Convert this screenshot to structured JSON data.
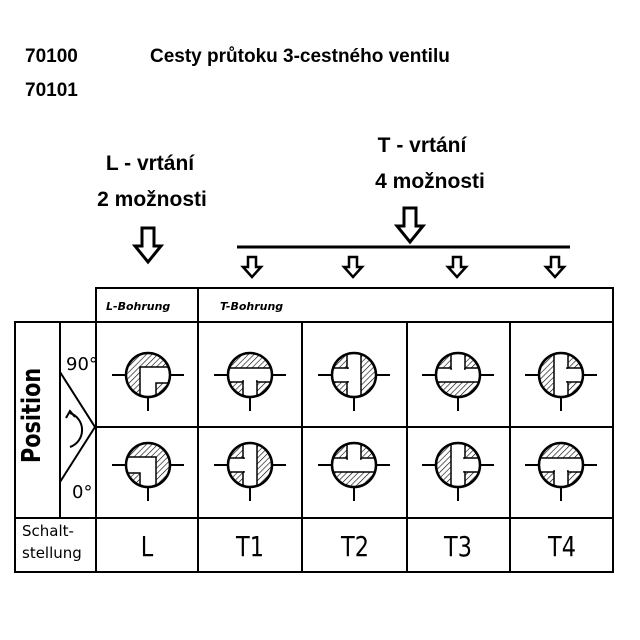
{
  "codes": [
    "70100",
    "70101"
  ],
  "title": "Cesty průtoku 3-cestného ventilu",
  "l_group": {
    "line1": "L - vrtání",
    "line2": "2 možnosti"
  },
  "t_group": {
    "line1": "T - vrtání",
    "line2": "4 možnosti"
  },
  "table": {
    "col_headers": {
      "l": "L-Bohrung",
      "t": "T-Bohrung"
    },
    "row_label": "Position",
    "angle_top": "90°",
    "angle_bottom": "0°",
    "footer_label_1": "Schalt-",
    "footer_label_2": "stellung",
    "positions": [
      "L",
      "T1",
      "T2",
      "T3",
      "T4"
    ]
  },
  "valves": [
    {
      "pos": "L",
      "bore": "L",
      "rot90": 0,
      "rot0": 90
    },
    {
      "pos": "T1",
      "bore": "T",
      "rot90": 0,
      "rot0": 90
    },
    {
      "pos": "T2",
      "bore": "T",
      "rot90": 90,
      "rot0": 180
    },
    {
      "pos": "T3",
      "bore": "T",
      "rot90": 180,
      "rot0": 270
    },
    {
      "pos": "T4",
      "bore": "T",
      "rot90": 270,
      "rot0": 0
    }
  ]
}
